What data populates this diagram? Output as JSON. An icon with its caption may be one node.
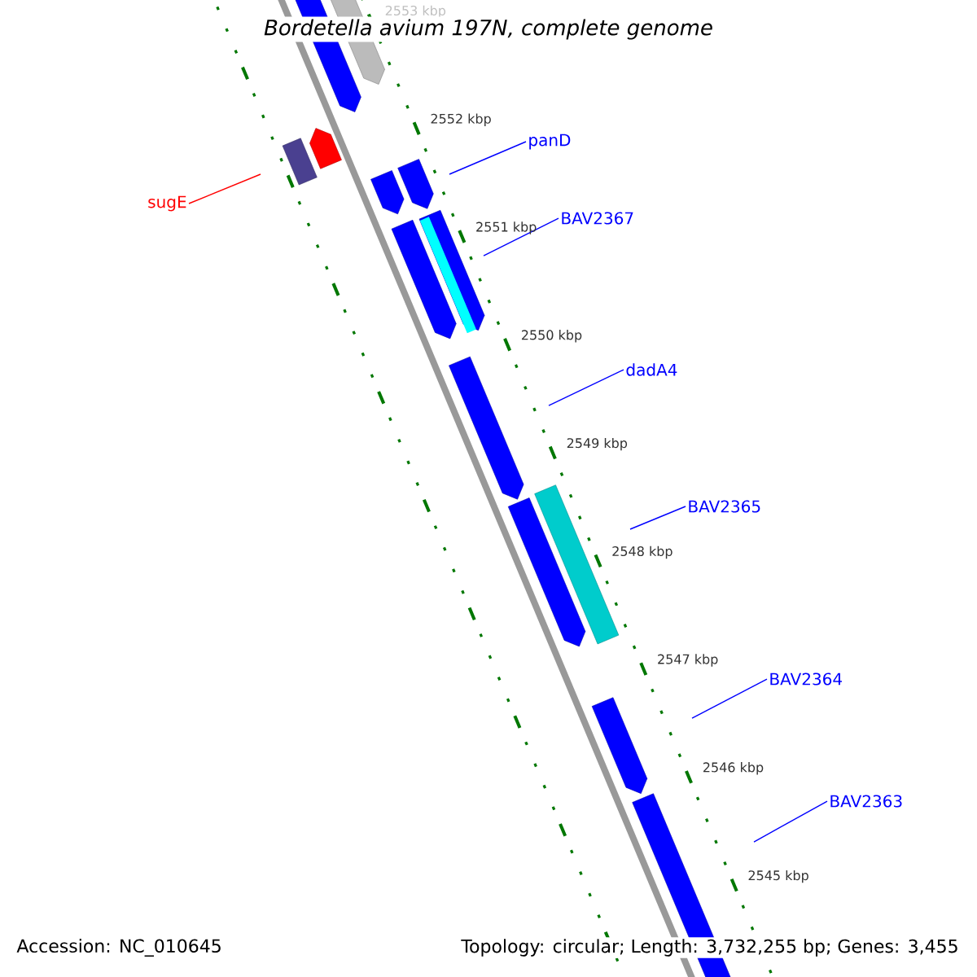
{
  "diagram": {
    "title": "Bordetella avium 197N, complete genome",
    "nodes": [
      {
        "text": [
          "panD"
        ]
      },
      {
        "text": [
          "BAV2367"
        ]
      },
      {
        "text": [
          "dadA4"
        ]
      },
      {
        "text": [
          "BAV2365"
        ]
      },
      {
        "text": [
          "BAV2364"
        ]
      },
      {
        "text": [
          "BAV2363"
        ]
      },
      {
        "text": [
          "sugE"
        ]
      }
    ],
    "edges": [
      {
        "from": 0,
        "to": null,
        "arrow": "none"
      },
      {
        "from": 1,
        "to": null,
        "arrow": "none"
      },
      {
        "from": 2,
        "to": null,
        "arrow": "none"
      },
      {
        "from": 3,
        "to": null,
        "arrow": "none"
      },
      {
        "from": 4,
        "to": null,
        "arrow": "none"
      },
      {
        "from": 5,
        "to": null,
        "arrow": "none"
      },
      {
        "from": 6,
        "to": null,
        "arrow": "none",
        "color": "#ff0000"
      }
    ],
    "labels": [
      "2553 kbp",
      "2552 kbp",
      "2551 kbp",
      "2550 kbp",
      "2549 kbp",
      "2548 kbp",
      "2547 kbp",
      "2546 kbp",
      "2545 kbp",
      "Accession: NC_010645",
      "Topology: circular; Length: 3,732,255 bp; Genes: 3,455"
    ]
  }
}
